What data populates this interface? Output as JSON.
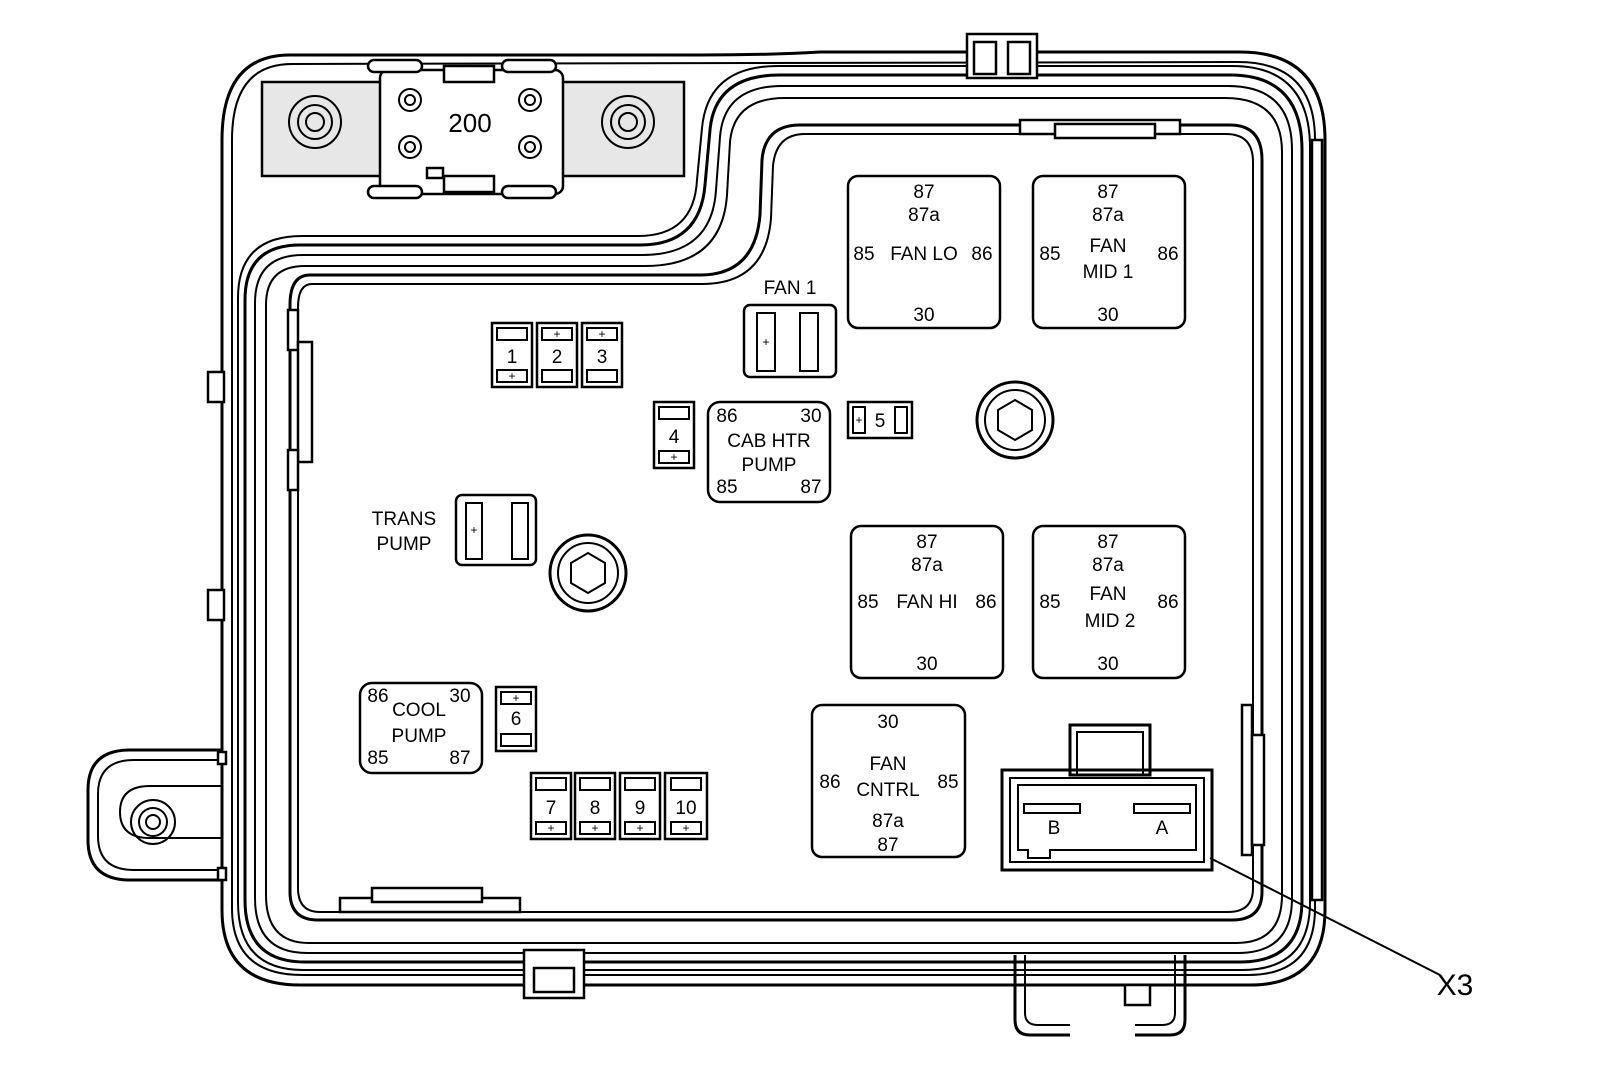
{
  "mega_fuse": {
    "rating": "200"
  },
  "relays": {
    "fan_lo": {
      "t87": "87",
      "t87a": "87a",
      "t85": "85",
      "t86": "86",
      "t30": "30",
      "name": "FAN LO"
    },
    "fan_mid1": {
      "t87": "87",
      "t87a": "87a",
      "t85": "85",
      "t86": "86",
      "t30": "30",
      "name_line1": "FAN",
      "name_line2": "MID 1"
    },
    "fan_hi": {
      "t87": "87",
      "t87a": "87a",
      "t85": "85",
      "t86": "86",
      "t30": "30",
      "name": "FAN HI"
    },
    "fan_mid2": {
      "t87": "87",
      "t87a": "87a",
      "t85": "85",
      "t86": "86",
      "t30": "30",
      "name_line1": "FAN",
      "name_line2": "MID 2"
    },
    "cab_htr_pump": {
      "t86": "86",
      "t30": "30",
      "t85": "85",
      "t87": "87",
      "name_line1": "CAB HTR",
      "name_line2": "PUMP"
    },
    "cool_pump": {
      "t86": "86",
      "t30": "30",
      "t85": "85",
      "t87": "87",
      "name_line1": "COOL",
      "name_line2": "PUMP"
    },
    "fan_cntrl": {
      "t30": "30",
      "t86": "86",
      "t85": "85",
      "t87a": "87a",
      "t87": "87",
      "name_line1": "FAN",
      "name_line2": "CNTRL"
    }
  },
  "fuses": {
    "f1": "1",
    "f2": "2",
    "f3": "3",
    "f4": "4",
    "f5": "5",
    "f6": "6",
    "f7": "7",
    "f8": "8",
    "f9": "9",
    "f10": "10",
    "plus": "+"
  },
  "cartridge_fuses": {
    "fan1_label": "FAN 1",
    "trans_pump_line1": "TRANS",
    "trans_pump_line2": "PUMP"
  },
  "connector": {
    "pin_b": "B",
    "pin_a": "A",
    "callout": "X3"
  }
}
